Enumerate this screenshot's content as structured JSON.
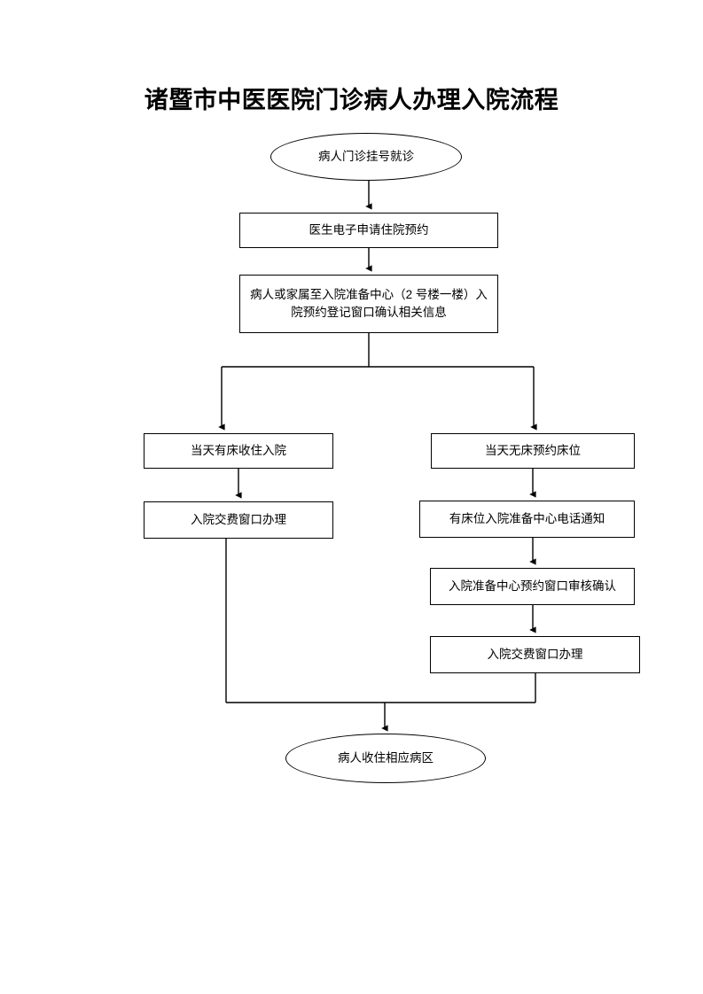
{
  "document": {
    "title": "诸暨市中医医院门诊病人办理入院流程"
  },
  "flowchart": {
    "type": "flowchart",
    "orientation": "top-to-bottom",
    "nodes": [
      {
        "id": "start",
        "shape": "oval",
        "label": "病人门诊挂号就诊"
      },
      {
        "id": "doctor",
        "shape": "rectangle",
        "label": "医生电子申请住院预约"
      },
      {
        "id": "center",
        "shape": "rectangle",
        "label": "病人或家属至入院准备中心（2 号楼一楼）入\n院预约登记窗口确认相关信息"
      },
      {
        "id": "bed_yes",
        "shape": "rectangle",
        "label": "当天有床收住入院"
      },
      {
        "id": "pay_left",
        "shape": "rectangle",
        "label": "入院交费窗口办理"
      },
      {
        "id": "bed_no",
        "shape": "rectangle",
        "label": "当天无床预约床位"
      },
      {
        "id": "phone",
        "shape": "rectangle",
        "label": "有床位入院准备中心电话通知"
      },
      {
        "id": "audit",
        "shape": "rectangle",
        "label": "入院准备中心预约窗口审核确认"
      },
      {
        "id": "pay_right",
        "shape": "rectangle",
        "label": "入院交费窗口办理"
      },
      {
        "id": "end",
        "shape": "oval",
        "label": "病人收住相应病区"
      }
    ],
    "edges": [
      {
        "from": "start",
        "to": "doctor",
        "style": "arrow"
      },
      {
        "from": "doctor",
        "to": "center",
        "style": "arrow"
      },
      {
        "from": "center",
        "to": "bed_yes",
        "style": "split-arrow"
      },
      {
        "from": "center",
        "to": "bed_no",
        "style": "split-arrow"
      },
      {
        "from": "bed_yes",
        "to": "pay_left",
        "style": "arrow"
      },
      {
        "from": "bed_no",
        "to": "phone",
        "style": "arrow"
      },
      {
        "from": "phone",
        "to": "audit",
        "style": "arrow"
      },
      {
        "from": "audit",
        "to": "pay_right",
        "style": "arrow"
      },
      {
        "from": "pay_left",
        "to": "end",
        "style": "merge-arrow"
      },
      {
        "from": "pay_right",
        "to": "end",
        "style": "merge-arrow"
      }
    ]
  },
  "colors": {
    "page_background": "#ffffff",
    "line": "#000000",
    "text": "#000000"
  }
}
